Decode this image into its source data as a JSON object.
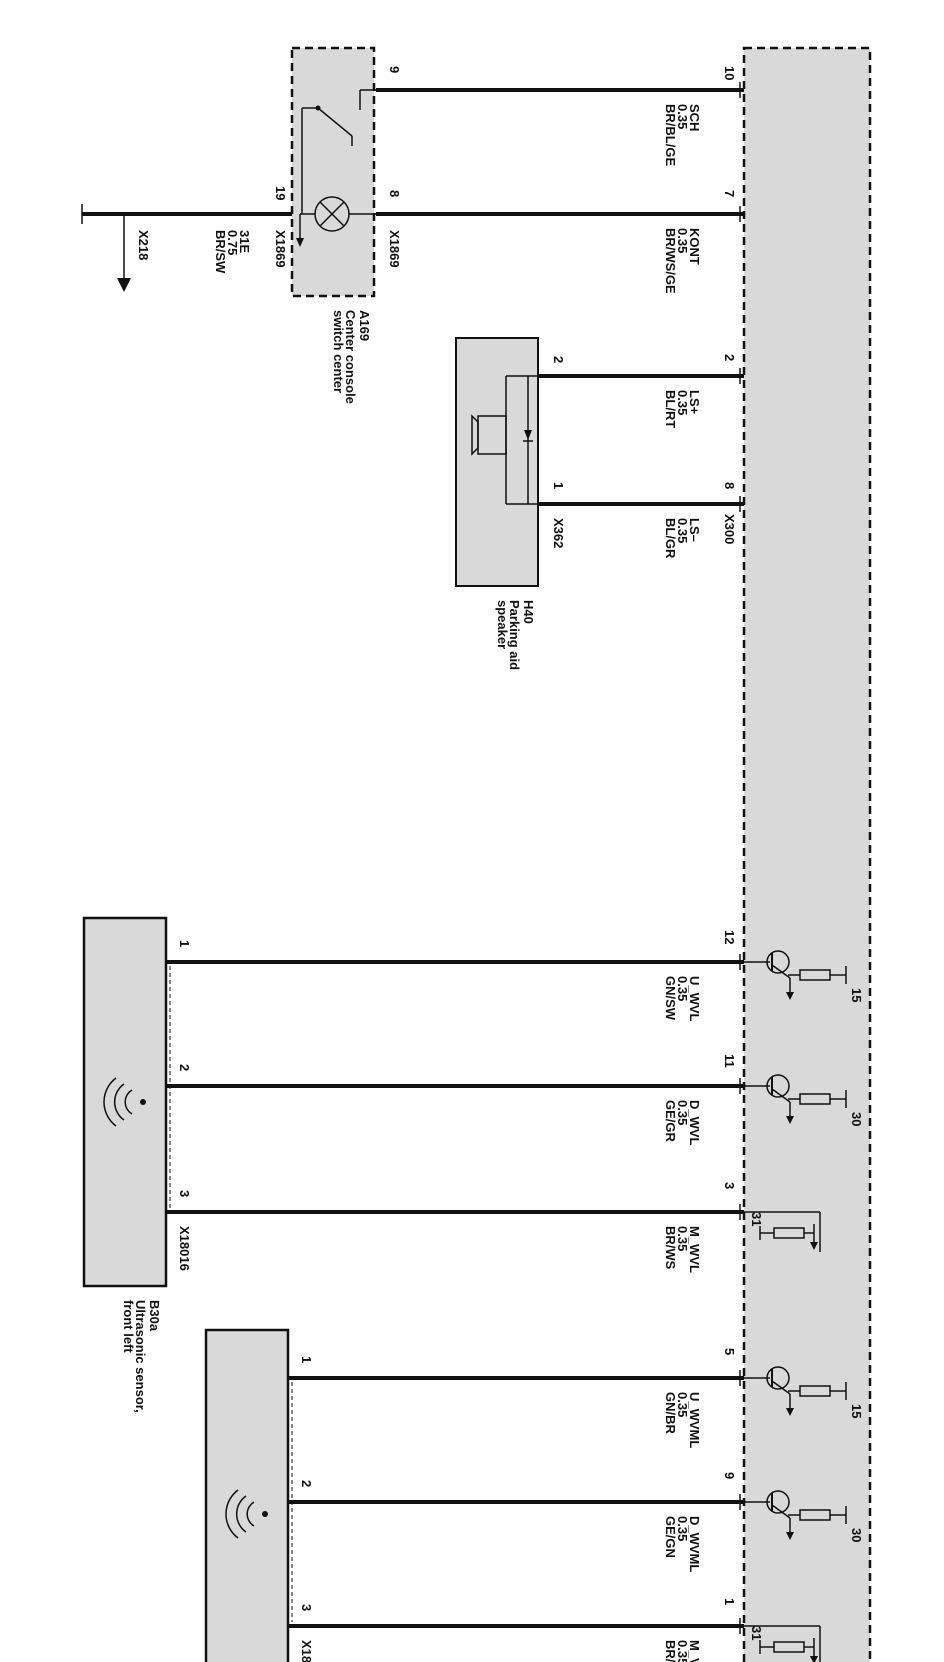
{
  "control_unit": {
    "id": ""
  },
  "switch_center": {
    "code": "A169",
    "name_line1": "Center console",
    "name_line2": "switch center",
    "connector": "X1869",
    "pins": {
      "sch": "9",
      "kont": "8",
      "ground": "19"
    }
  },
  "ground_wire": {
    "terminal": "31E",
    "size": "0.75",
    "color": "BR/SW",
    "connector": "X1869",
    "dest": "X218"
  },
  "speaker": {
    "code": "H40",
    "name_line1": "Parking aid",
    "name_line2": "speaker",
    "connector": "X362",
    "pins": {
      "plus": "2",
      "minus": "1"
    }
  },
  "unit_connector": "X300",
  "wires": [
    {
      "unit_pin": "10",
      "signal": "SCH",
      "size": "0.35",
      "color": "BR/BL/GE"
    },
    {
      "unit_pin": "7",
      "signal": "KONT",
      "size": "0.35",
      "color": "BR/WS/GE"
    },
    {
      "unit_pin": "2",
      "signal": "LS+",
      "size": "0.35",
      "color": "BL/RT"
    },
    {
      "unit_pin": "8",
      "signal": "LS–",
      "size": "0.35",
      "color": "BL/GR"
    }
  ],
  "sensor_fl": {
    "code": "B30a",
    "name_line1": "Ultrasonic sensor,",
    "name_line2": "front left",
    "connector": "X18016",
    "pins": [
      "1",
      "2",
      "3"
    ],
    "wires": [
      {
        "unit_pin": "12",
        "signal": "U_WVL",
        "size": "0.35",
        "color": "GN/SW",
        "terminal": "15"
      },
      {
        "unit_pin": "11",
        "signal": "D_WVL",
        "size": "0.35",
        "color": "GE/GR",
        "terminal": "30"
      },
      {
        "unit_pin": "3",
        "signal": "M_WVL",
        "size": "0.35",
        "color": "BR/WS",
        "terminal": "31"
      }
    ]
  },
  "sensor_fml": {
    "connector": "X18",
    "pins": [
      "1",
      "2",
      "3"
    ],
    "wires": [
      {
        "unit_pin": "5",
        "signal": "U_WVML",
        "size": "0.35",
        "color": "GN/BR",
        "terminal": "15"
      },
      {
        "unit_pin": "9",
        "signal": "D_WVML",
        "size": "0.35",
        "color": "GE/GN",
        "terminal": "30"
      },
      {
        "unit_pin": "1",
        "signal": "M_V",
        "size": "0.35",
        "color": "BR/",
        "terminal": "31"
      }
    ]
  }
}
